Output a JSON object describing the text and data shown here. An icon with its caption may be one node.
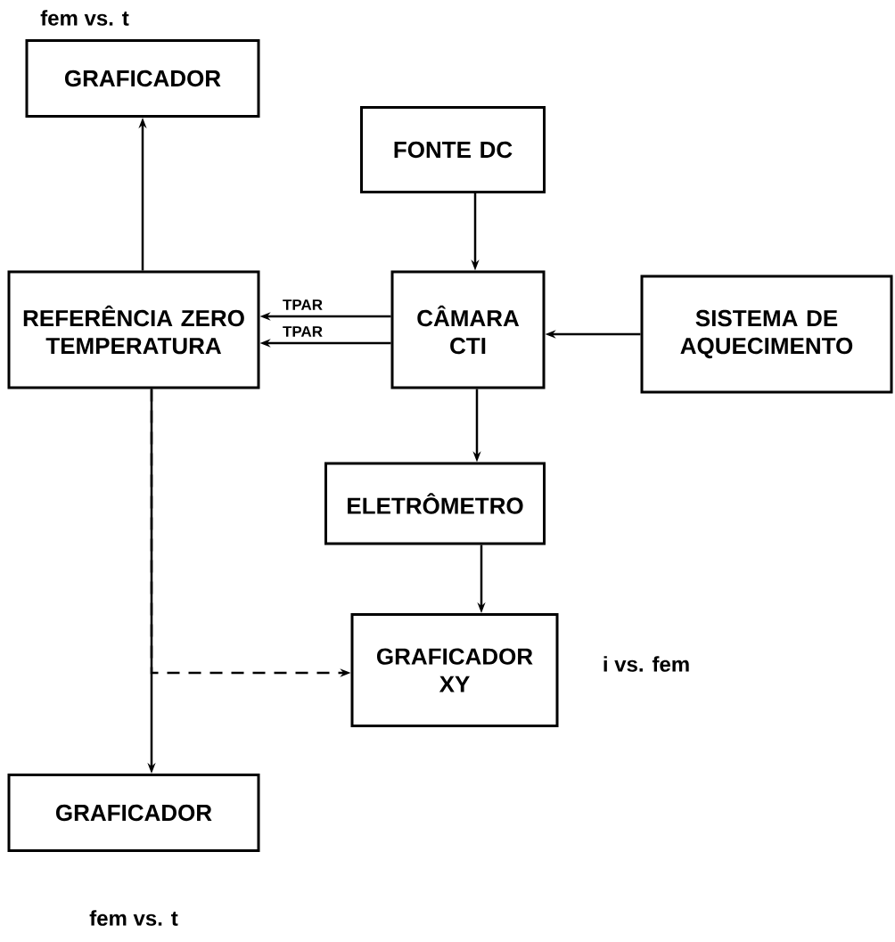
{
  "diagram": {
    "nodes": [
      {
        "text": [
          "GRAFICADOR"
        ],
        "beside": [
          "fem vs. t"
        ]
      },
      {
        "text": [
          "FONTE DC"
        ]
      },
      {
        "text": [
          "REFERÊNCIA ZERO TEMPERATURA"
        ]
      },
      {
        "text": [
          "CÂMARA CTI"
        ]
      },
      {
        "text": [
          "SISTEMA DE AQUECIMENTO"
        ]
      },
      {
        "text": [
          "ELETRÔMETRO"
        ]
      },
      {
        "text": [
          "GRAFICADOR XY"
        ],
        "beside": [
          "i vs. fem"
        ]
      },
      {
        "text": [
          "GRAFICADOR"
        ],
        "beside": [
          "fem vs. t"
        ]
      }
    ],
    "edges": [
      {
        "from": 2,
        "to": 0,
        "arrow": "to"
      },
      {
        "from": 1,
        "to": 3,
        "arrow": "to"
      },
      {
        "from": 3,
        "to": 2,
        "arrow": "to",
        "label": "TPAR"
      },
      {
        "from": 3,
        "to": 2,
        "arrow": "to",
        "label": "TPAR"
      },
      {
        "from": 4,
        "to": 3,
        "arrow": "to"
      },
      {
        "from": 3,
        "to": 5,
        "arrow": "to"
      },
      {
        "from": 5,
        "to": 6,
        "arrow": "to"
      },
      {
        "from": 2,
        "to": 7,
        "arrow": "to"
      },
      {
        "from": 2,
        "to": 6,
        "arrow": "to",
        "style": "dashed"
      }
    ]
  }
}
